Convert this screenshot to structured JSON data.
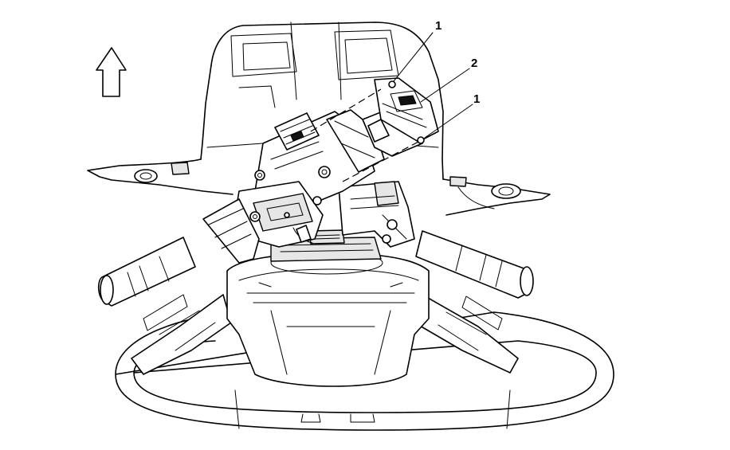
{
  "callouts": [
    {
      "id": "c1a",
      "label": "1"
    },
    {
      "id": "c2",
      "label": "2"
    },
    {
      "id": "c1b",
      "label": "1"
    }
  ],
  "icons": {
    "direction": "up-arrow-icon"
  },
  "colors": {
    "line": "#000000",
    "background": "#ffffff",
    "shade": "#e6e6e6"
  }
}
